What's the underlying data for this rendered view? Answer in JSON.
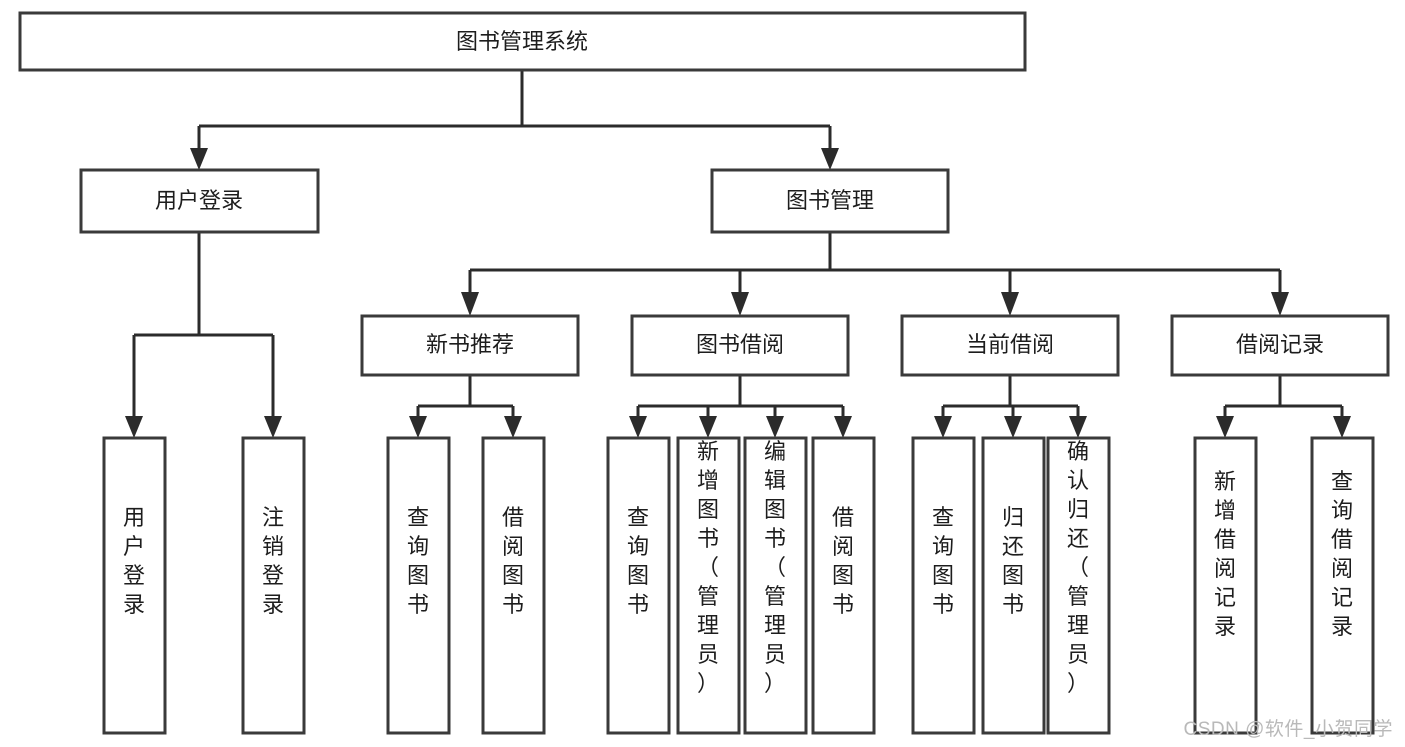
{
  "diagram": {
    "type": "tree-hierarchy",
    "title": "图书管理系统",
    "watermark": "CSDN @软件_小贺同学",
    "colors": {
      "box_fill": "#ffffff",
      "box_stroke": "#3a3a3a",
      "connector": "#2b2b2b",
      "text": "#1d1d1d",
      "watermark": "#b9b9b9"
    },
    "levels": {
      "root": {
        "label": "图书管理系统"
      },
      "level2": [
        {
          "label": "用户登录"
        },
        {
          "label": "图书管理"
        }
      ],
      "level3": [
        {
          "label": "新书推荐"
        },
        {
          "label": "图书借阅"
        },
        {
          "label": "当前借阅"
        },
        {
          "label": "借阅记录"
        }
      ],
      "leaves": {
        "user_login": [
          {
            "label": "用户登录"
          },
          {
            "label": "注销登录"
          }
        ],
        "new_book_recommend": [
          {
            "label": "查询图书"
          },
          {
            "label": "借阅图书"
          }
        ],
        "book_borrow": [
          {
            "label": "查询图书"
          },
          {
            "label": "新增图书（管理员）"
          },
          {
            "label": "编辑图书（管理员）"
          },
          {
            "label": "借阅图书"
          }
        ],
        "current_borrow": [
          {
            "label": "查询图书"
          },
          {
            "label": "归还图书"
          },
          {
            "label": "确认归还（管理员）"
          }
        ],
        "borrow_record": [
          {
            "label": "新增借阅记录"
          },
          {
            "label": "查询借阅记录"
          }
        ]
      }
    }
  }
}
